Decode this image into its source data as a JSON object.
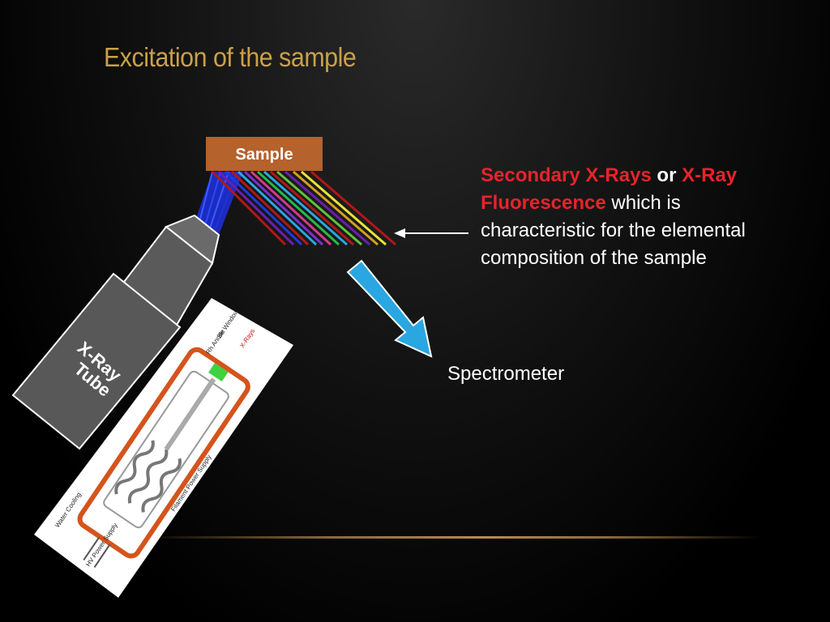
{
  "title": "Excitation of the sample",
  "sample_label": "Sample",
  "tube_label_line1": "X-Ray",
  "tube_label_line2": "Tube",
  "callout": {
    "part1": "Secondary X-Rays",
    "part2": " or ",
    "part3": "X-Ray Fluorescence",
    "part4": " which is characteristic  for the elemental composition of the sample"
  },
  "spectrometer_label": "Spectrometer",
  "schematic_labels": {
    "x_rays": "X-Rays",
    "be_window": "Be Window",
    "rh_anode": "Rh Anode",
    "filament_power_supply": "Filament Power Supply",
    "hv_power_supply": "HV Power Supply",
    "water_cooling": "Water Cooling"
  },
  "colors": {
    "title": "#c9a14a",
    "sample_box": "#b5622c",
    "tube": "#5a5a5a",
    "highlight_red": "#e8232a",
    "spectrometer_arrow": "#2aa6e0"
  }
}
